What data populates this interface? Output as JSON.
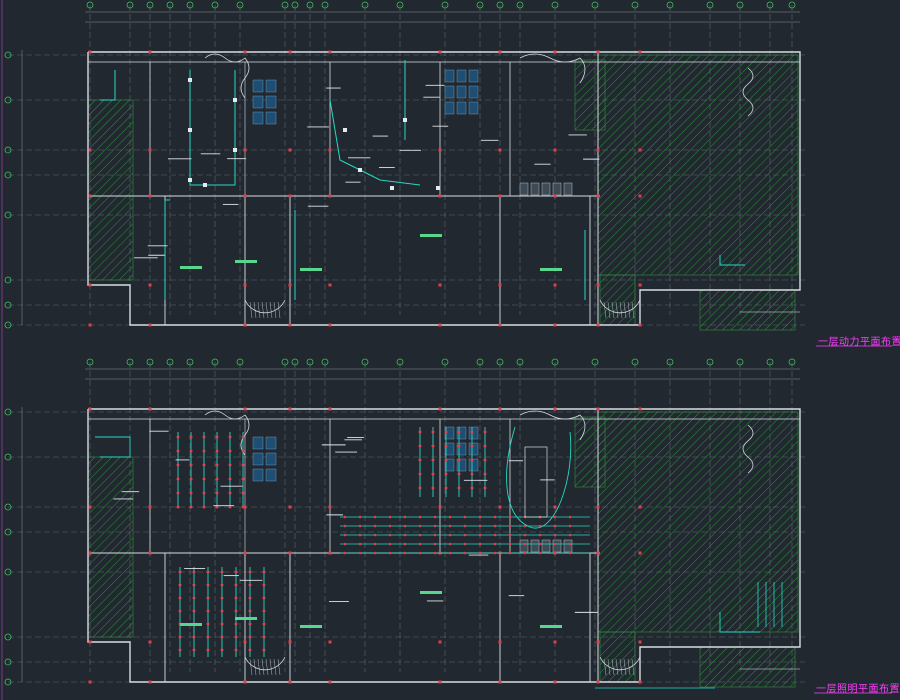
{
  "drawing": {
    "colors": {
      "background": "#212830",
      "wall": "#d8dde3",
      "axis": "#8a9099",
      "axis_bubble": "#3cc45a",
      "hatch": "#2f8f3e",
      "circuit": "#26d9c4",
      "column": "#e0404c",
      "fixture": "#e6e9ee",
      "title": "#ff3cff",
      "label": "#dfe4ea"
    },
    "plans": [
      {
        "id": "upper",
        "title": "一层动力平面布置图",
        "type": "power"
      },
      {
        "id": "lower",
        "title": "一层照明平面布置图",
        "type": "lighting"
      }
    ]
  }
}
